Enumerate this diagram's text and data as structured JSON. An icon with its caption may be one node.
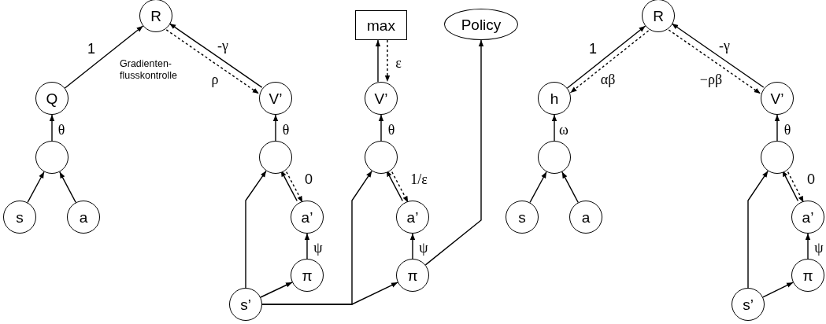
{
  "diagram": {
    "nodes": [
      {
        "text": [
          "R"
        ]
      },
      {
        "text": [
          "Q"
        ]
      },
      {
        "text": [],
        "shape": "circle"
      },
      {
        "text": [
          "s"
        ]
      },
      {
        "text": [
          "a"
        ]
      },
      {
        "text": [
          "V’"
        ]
      },
      {
        "text": [],
        "shape": "circle"
      },
      {
        "text": [
          "a’"
        ]
      },
      {
        "text": [
          "π"
        ]
      },
      {
        "text": [
          "s’"
        ]
      },
      {
        "text": [
          "max"
        ]
      },
      {
        "text": [
          "Policy"
        ]
      },
      {
        "text": [
          "V’"
        ]
      },
      {
        "text": [],
        "shape": "circle"
      },
      {
        "text": [
          "a’"
        ]
      },
      {
        "text": [
          "π"
        ]
      },
      {
        "text": [
          "R"
        ]
      },
      {
        "text": [
          "h"
        ]
      },
      {
        "text": [],
        "shape": "circle"
      },
      {
        "text": [
          "s"
        ]
      },
      {
        "text": [
          "a"
        ]
      },
      {
        "text": [
          "V’"
        ]
      },
      {
        "text": [],
        "shape": "circle"
      },
      {
        "text": [
          "a’"
        ]
      },
      {
        "text": [
          "π"
        ]
      },
      {
        "text": [
          "s’"
        ]
      }
    ],
    "edges": [
      {
        "from": 1,
        "to": 0,
        "arrow": "to",
        "label": "1"
      },
      {
        "from": 5,
        "to": 0,
        "arrow": "to",
        "label": "-γ"
      },
      {
        "from": 0,
        "to": 5,
        "arrow": "to",
        "style": "dashed",
        "label": "ρ"
      },
      {
        "from": 2,
        "to": 1,
        "arrow": "to",
        "label": "θ"
      },
      {
        "from": 3,
        "to": 2,
        "arrow": "to"
      },
      {
        "from": 4,
        "to": 2,
        "arrow": "to"
      },
      {
        "from": 6,
        "to": 5,
        "arrow": "to",
        "label": "θ"
      },
      {
        "from": 7,
        "to": 6,
        "arrow": "to"
      },
      {
        "from": 6,
        "to": 7,
        "arrow": "to",
        "style": "dashed",
        "label": "0"
      },
      {
        "from": 8,
        "to": 7,
        "arrow": "to",
        "label": "ψ"
      },
      {
        "from": 9,
        "to": 6,
        "arrow": "to"
      },
      {
        "from": 9,
        "to": 8,
        "arrow": "to"
      },
      {
        "from": 9,
        "to": 13,
        "arrow": "to"
      },
      {
        "from": 9,
        "to": 15,
        "arrow": "to"
      },
      {
        "from": 13,
        "to": 12,
        "arrow": "to",
        "label": "θ"
      },
      {
        "from": 12,
        "to": 10,
        "arrow": "to"
      },
      {
        "from": 10,
        "to": 12,
        "arrow": "to",
        "style": "dashed",
        "label": "ε"
      },
      {
        "from": 14,
        "to": 13,
        "arrow": "to"
      },
      {
        "from": 13,
        "to": 14,
        "arrow": "to",
        "style": "dashed",
        "label": "1/ε"
      },
      {
        "from": 15,
        "to": 14,
        "arrow": "to",
        "label": "ψ"
      },
      {
        "from": 15,
        "to": 11,
        "arrow": "to"
      },
      {
        "from": 17,
        "to": 16,
        "arrow": "to",
        "label": "1"
      },
      {
        "from": 16,
        "to": 17,
        "arrow": "to",
        "style": "dashed",
        "label": "αβ"
      },
      {
        "from": 21,
        "to": 16,
        "arrow": "to",
        "label": "-γ"
      },
      {
        "from": 16,
        "to": 21,
        "arrow": "to",
        "style": "dashed",
        "label": "−ρβ"
      },
      {
        "from": 18,
        "to": 17,
        "arrow": "to",
        "label": "ω"
      },
      {
        "from": 19,
        "to": 18,
        "arrow": "to"
      },
      {
        "from": 20,
        "to": 18,
        "arrow": "to"
      },
      {
        "from": 22,
        "to": 21,
        "arrow": "to",
        "label": "θ"
      },
      {
        "from": 23,
        "to": 22,
        "arrow": "to"
      },
      {
        "from": 22,
        "to": 23,
        "arrow": "to",
        "style": "dashed",
        "label": "0"
      },
      {
        "from": 24,
        "to": 23,
        "arrow": "to",
        "label": "ψ"
      },
      {
        "from": 25,
        "to": 22,
        "arrow": "to"
      },
      {
        "from": 25,
        "to": 24,
        "arrow": "to"
      }
    ],
    "labels": [
      "Gradienten- flusskontrolle"
    ]
  }
}
